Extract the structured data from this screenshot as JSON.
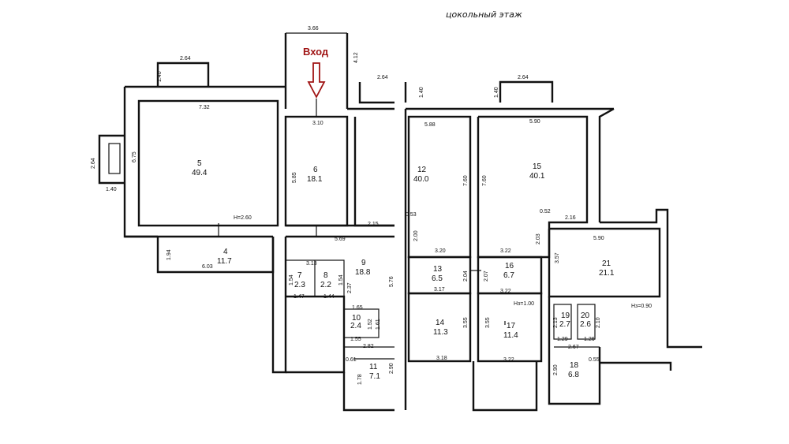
{
  "floor_title": "цокольный этаж",
  "entrance_label": "Вход",
  "accent_color": "#a01515",
  "rooms": [
    {
      "num": "5",
      "area": "49.4"
    },
    {
      "num": "6",
      "area": "18.1"
    },
    {
      "num": "4",
      "area": "11.7"
    },
    {
      "num": "9",
      "area": "18.8"
    },
    {
      "num": "7",
      "area": "2.3"
    },
    {
      "num": "8",
      "area": "2.2"
    },
    {
      "num": "10",
      "area": "2.4"
    },
    {
      "num": "11",
      "area": "7.1"
    },
    {
      "num": "12",
      "area": "40.0"
    },
    {
      "num": "15",
      "area": "40.1"
    },
    {
      "num": "13",
      "area": "6.5"
    },
    {
      "num": "16",
      "area": "6.7"
    },
    {
      "num": "14",
      "area": "11.3"
    },
    {
      "num": "17",
      "area": "11.4"
    },
    {
      "num": "21",
      "area": "21.1"
    },
    {
      "num": "19",
      "area": "2.7"
    },
    {
      "num": "20",
      "area": "2.6"
    },
    {
      "num": "18",
      "area": "6.8"
    }
  ],
  "dimensions": {
    "entrance_width": "3.66",
    "entrance_depth": "4.12",
    "pit_left_width": "2.64",
    "pit_left_depth": "1.40",
    "r5_width": "7.32",
    "pit_side_len": "2.64",
    "pit_side_depth": "1.40",
    "r5_depth": "6.75",
    "r5_height": "H=2.60",
    "corridor_width": "3.10",
    "r6_depth": "5.85",
    "pit_mid_width": "2.64",
    "r4_len": "6.03",
    "r4_depth": "1.94",
    "r9_len": "5.69",
    "strip_len": "2.15",
    "r7_width": "3.13",
    "r7_depth": "1.54",
    "r8_depth": "1.54",
    "r7_bottom": "1.47",
    "r8_bottom": "1.44",
    "r9_inner": "2.37",
    "r9_depth": "5.76",
    "r10_top": "1.65",
    "r10_depth": "1.52",
    "r10_side": "1.61",
    "r10_bottom": "1.55",
    "r11_top": "2.82",
    "r11_small": "0.61",
    "r11_depth": "2.90",
    "r11_left": "1.78",
    "pit_right1_depth": "1.40",
    "pit_right2_depth": "1.40",
    "pit_right_width": "2.64",
    "r12_width": "5.88",
    "r12_depth": "7.60",
    "r15_width": "5.90",
    "r15_depth": "7.60",
    "r12_bottom": "3.20",
    "r12_small": "0.53",
    "r12_side": "2.00",
    "r16_top": "3.22",
    "r13_side": "2.04",
    "r16_side": "2.07",
    "r13_bottom": "3.17",
    "r16_bottom": "3.22",
    "r17_height": "Нз=1.00",
    "r14_side": "3.55",
    "r17_side": "3.55",
    "r14_bottom": "3.18",
    "r17_bottom": "3.22",
    "r21_small": "0.52",
    "r21_top_left": "2.16",
    "r15_lower": "2.03",
    "r21_width": "5.90",
    "r21_depth": "3.57",
    "r21_height": "Нз=0.90",
    "r19_depth": "2.13",
    "r20_depth": "2.10",
    "r19_width": "1.29",
    "r20_width": "1.26",
    "r18_top": "2.67",
    "r18_depth": "2.90",
    "r18_small": "0.55"
  }
}
